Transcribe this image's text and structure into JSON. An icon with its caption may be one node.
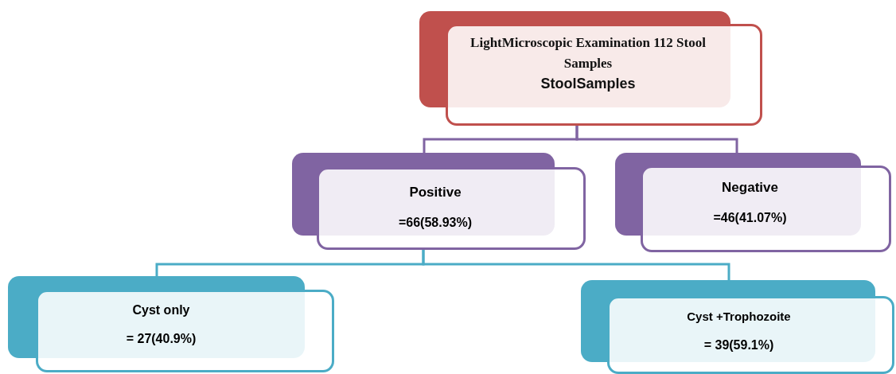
{
  "diagram": {
    "nodes": [
      {
        "text": [
          "LightMicroscopic Examination 112 Stool Samples",
          "StoolSamples"
        ]
      },
      {
        "text": [
          "Positive",
          "=66(58.93%)"
        ]
      },
      {
        "text": [
          "Negative",
          "=46(41.07%)"
        ]
      },
      {
        "text": [
          "Cyst only",
          "= 27(40.9%)"
        ]
      },
      {
        "text": [
          "Cyst +Trophozoite",
          "= 39(59.1%)"
        ]
      }
    ],
    "edges": [
      {
        "from": 0,
        "to": 1,
        "arrow": "none",
        "color": "#8064a2"
      },
      {
        "from": 0,
        "to": 2,
        "arrow": "none",
        "color": "#8064a2"
      },
      {
        "from": 1,
        "to": 3,
        "arrow": "none",
        "color": "#4bacc6"
      },
      {
        "from": 1,
        "to": 4,
        "arrow": "none",
        "color": "#4bacc6"
      }
    ]
  }
}
